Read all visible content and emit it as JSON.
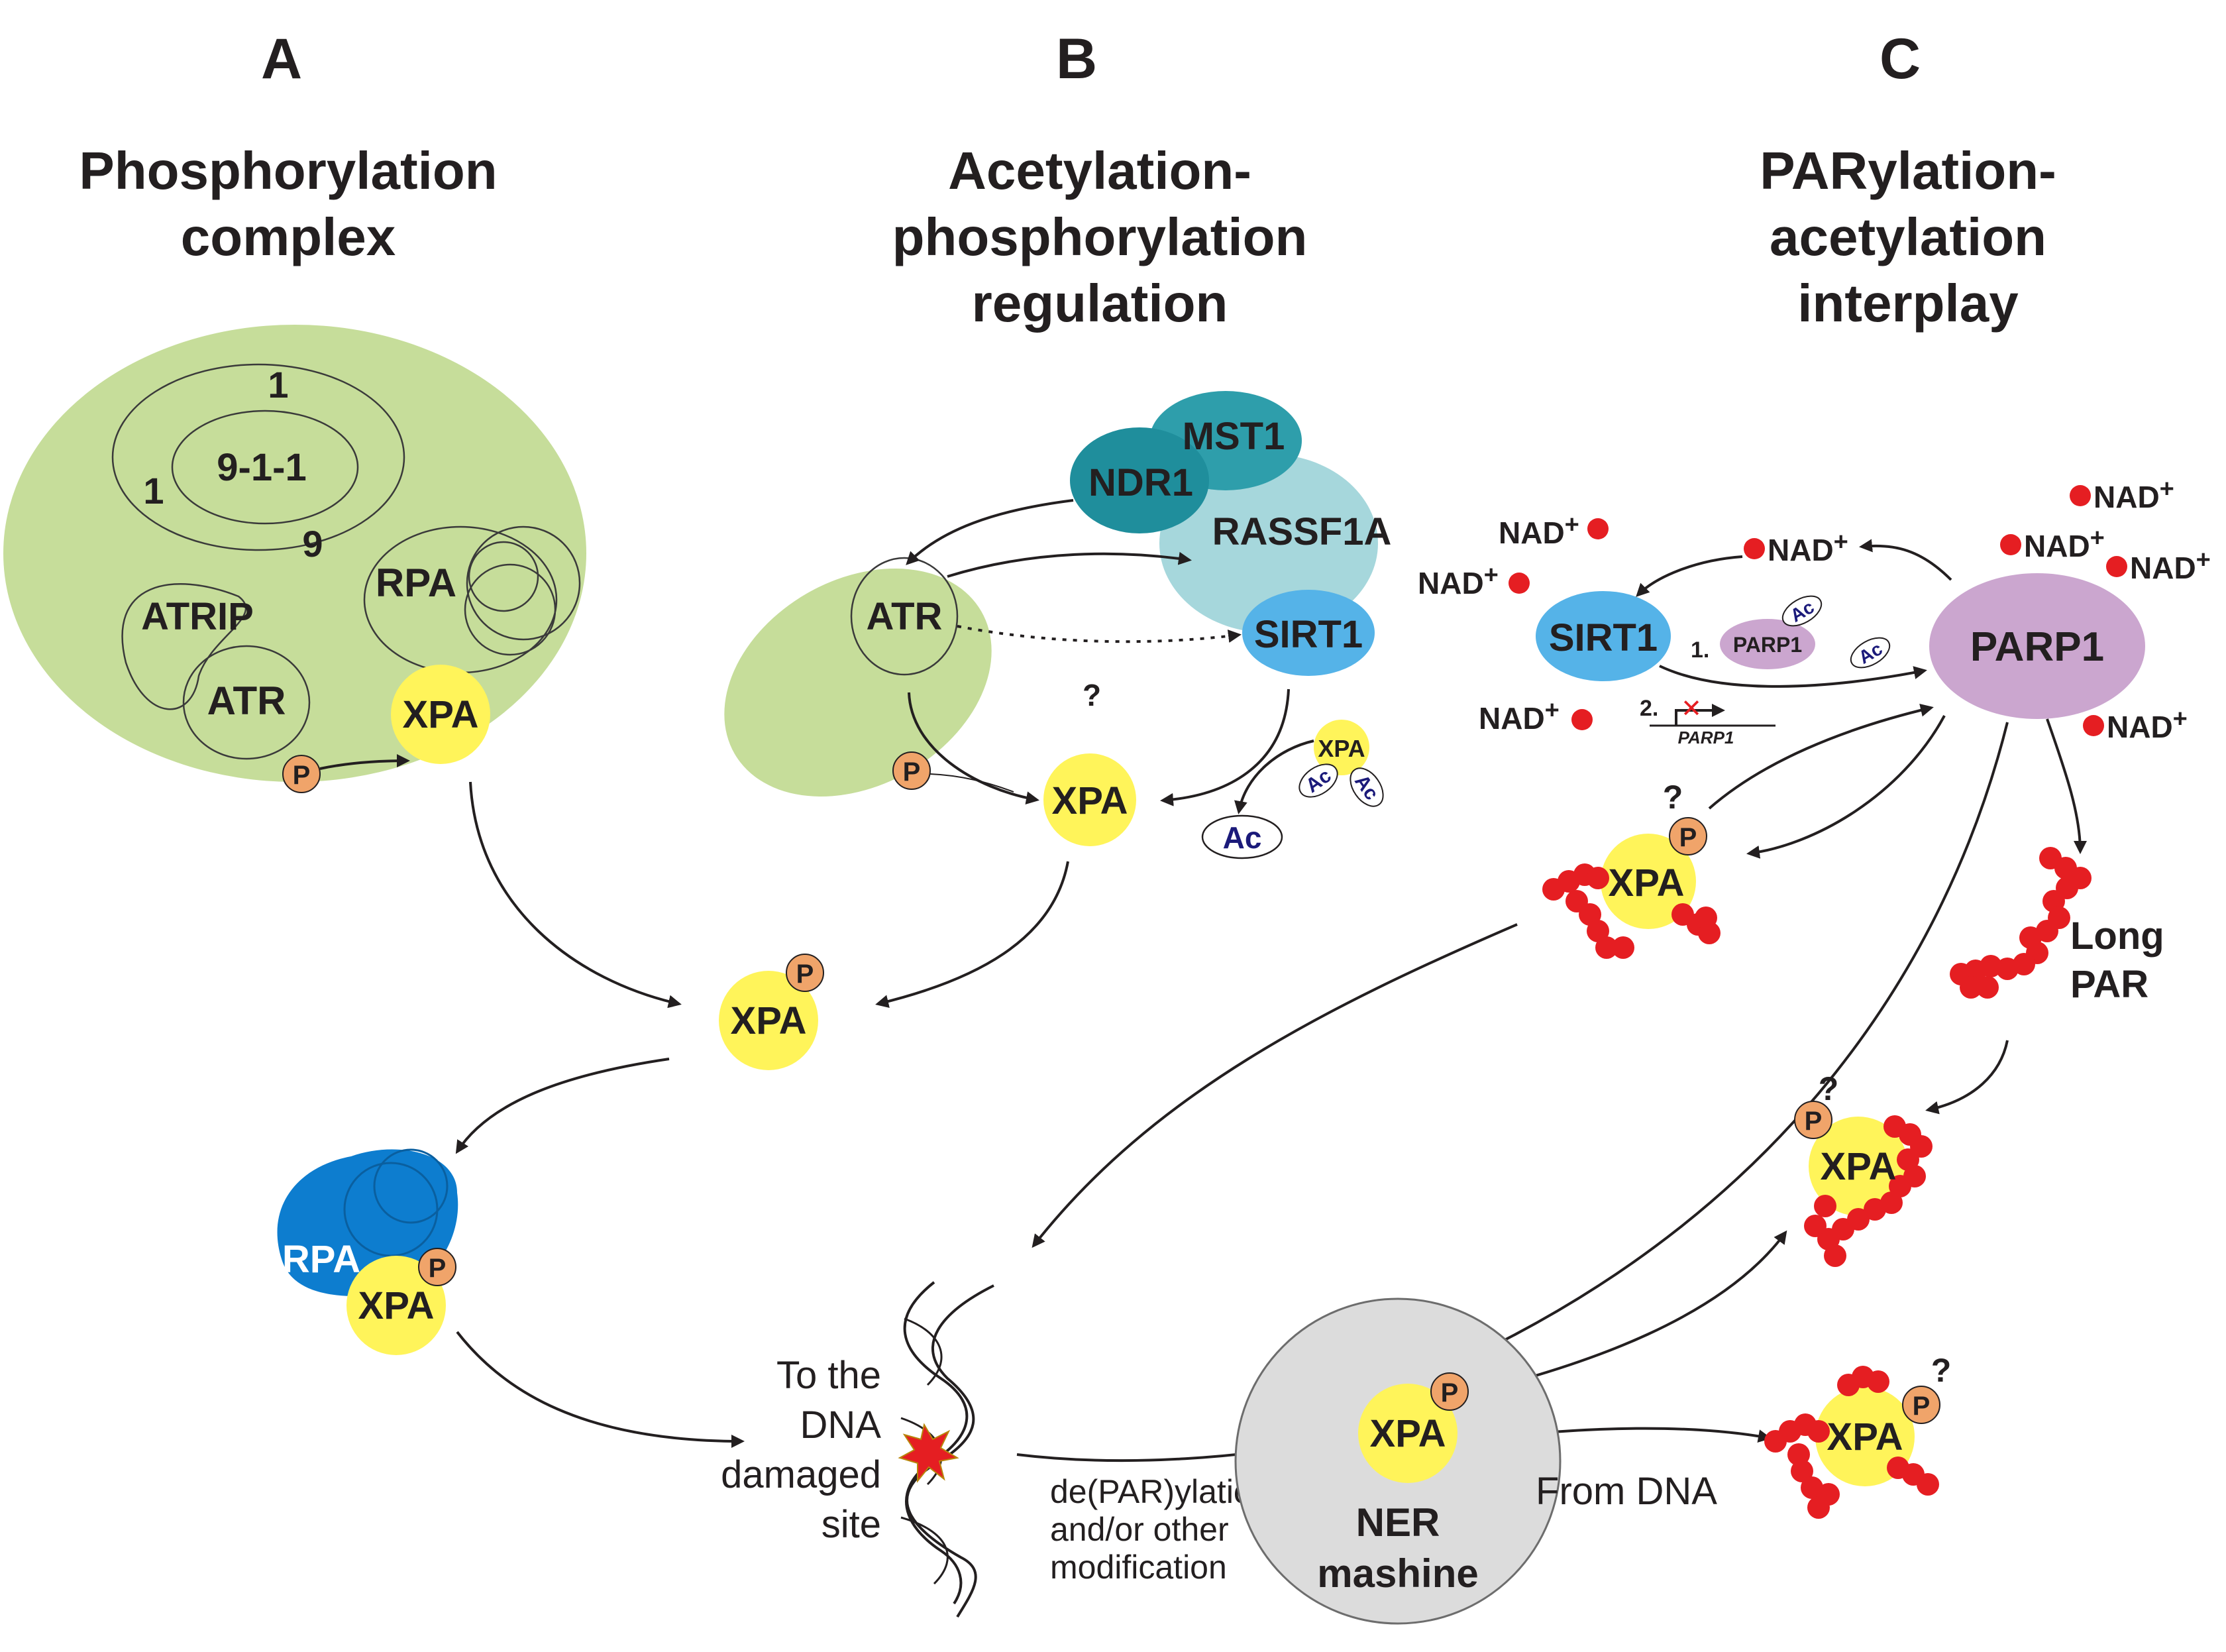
{
  "panels": [
    {
      "letter": "A",
      "title_lines": [
        "Phosphorylation",
        "complex"
      ]
    },
    {
      "letter": "B",
      "title_lines": [
        "Acetylation-",
        "phosphorylation",
        "regulation"
      ]
    },
    {
      "letter": "C",
      "title_lines": [
        "PARylation-",
        "acetylation",
        "interplay"
      ]
    }
  ],
  "panel_a": {
    "one_top": "1",
    "nine_one_one": "9-1-1",
    "one_left": "1",
    "nine": "9",
    "rpa": "RPA",
    "atrip": "ATRIP",
    "atr": "ATR",
    "xpa": "XPA",
    "p": "P"
  },
  "panel_b": {
    "mst1": "MST1",
    "ndr1": "NDR1",
    "rassf1a": "RASSF1A",
    "atr": "ATR",
    "sirt1": "SIRT1",
    "question": "?",
    "p": "P",
    "xpa": "XPA",
    "xpa_small": "XPA",
    "ac": "Ac"
  },
  "panel_c": {
    "nad": "NAD",
    "plus": "+",
    "sirt1": "SIRT1",
    "parp1": "PARP1",
    "step1": "1.",
    "parp1_small": "PARP1",
    "ac": "Ac",
    "step2": "2.",
    "gene": "PARP1",
    "x_mark": "✕",
    "question": "?",
    "p": "P",
    "xpa": "XPA",
    "long_par": [
      "Long",
      "PAR"
    ]
  },
  "bottom": {
    "xpa": "XPA",
    "p": "P",
    "rpa": "RPA",
    "dna_site": [
      "To the",
      "DNA",
      "damaged",
      "site"
    ],
    "deparylation": [
      "de(PAR)ylation",
      "and/or other",
      "modification"
    ],
    "ner": [
      "NER",
      "mashine"
    ],
    "from_dna": "From DNA",
    "question": "?"
  },
  "colors": {
    "complex_green": "#c6dd9a",
    "xpa_yellow": "#fff45a",
    "phospho_orange": "#f0a46a",
    "ndr_teal": "#2e9eab",
    "rassf_light": "#a6d7dc",
    "sirt_blue": "#55b3e8",
    "parp_purple": "#cba6cf",
    "par_red": "#e51e22",
    "ner_grey": "#dcdcdc",
    "rpa_blue": "#0d7dcf",
    "ac_navy": "#1b1a7a"
  }
}
